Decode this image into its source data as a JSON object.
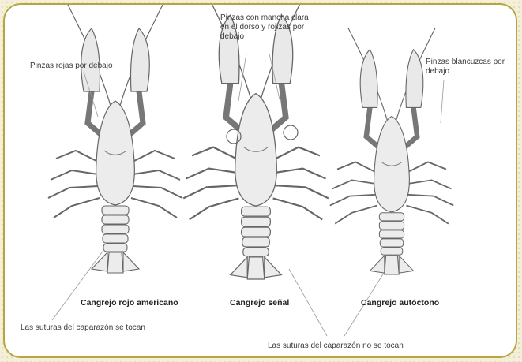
{
  "labels": {
    "red_claws": "Pinzas rojas por debajo",
    "signal_claws": "Pinzas con mancha clara en el dorso y rojizas por debajo",
    "whitish_claws": "Pinzas blancuzcas por debajo",
    "sutures_touch": "Las suturas del caparazón se tocan",
    "sutures_not_touch": "Las suturas del caparazón no se tocan"
  },
  "species": {
    "left": "Cangrejo rojo americano",
    "middle": "Cangrejo señal",
    "right": "Cangrejo autóctono"
  },
  "colors": {
    "frame": "#b5a642",
    "background": "#f3efd9",
    "line": "#555555"
  }
}
